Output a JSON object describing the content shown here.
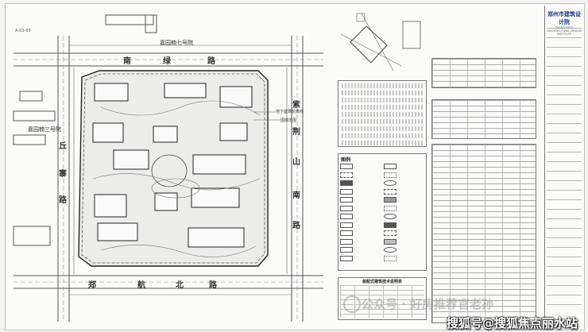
{
  "document": {
    "sheet_id": "A-03-03",
    "neighbor_north": "嘉园楠七号院",
    "neighbor_west": "嘉园楠三号院",
    "roads": {
      "north": [
        "南",
        "绿",
        "路"
      ],
      "south": [
        "郑",
        "航",
        "北",
        "路"
      ],
      "west": [
        "丘",
        "寨",
        "路"
      ],
      "east": [
        "紫",
        "荆",
        "山",
        "南",
        "路"
      ]
    },
    "site_notes": [
      "地下建筑轮廓线",
      "围墙范围"
    ],
    "legend_title": "图例",
    "legend_items": [
      "",
      "",
      "",
      "",
      "",
      "",
      "",
      "",
      "",
      "",
      "",
      "",
      "",
      "",
      "",
      "",
      "",
      "",
      "",
      "",
      "",
      "",
      "",
      ""
    ],
    "bottom_table_title": "装配式建筑技术说明表",
    "title_block": {
      "company": "郑州市建筑设计院",
      "company_en": "ZHENGZHOU ARCHITECTURAL DESIGN INSTITUTE"
    },
    "watermark": "公众号 · 好房推荐官老孙",
    "sohu_caption": "搜狐号@搜狐焦点丽水站"
  },
  "colors": {
    "lines": "#333333",
    "sheet": "#fbfbfa",
    "titleblock_text": "#1e3c8c"
  }
}
